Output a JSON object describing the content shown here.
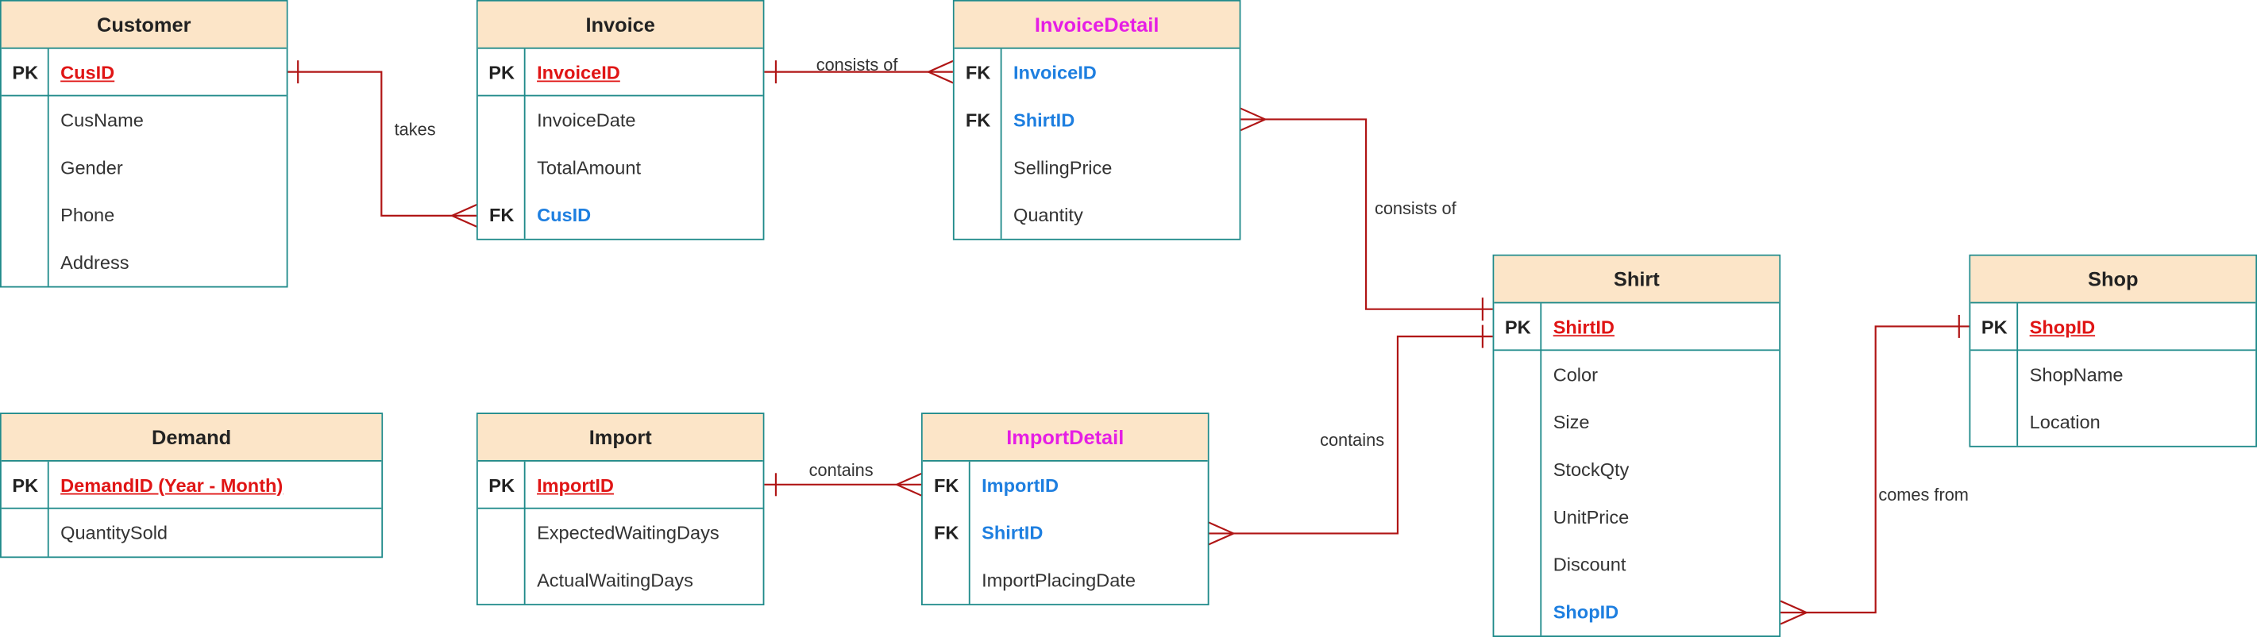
{
  "colors": {
    "border": "#1f8a8a",
    "header_fill": "#fce5c8",
    "connector": "#b01515",
    "primary_key_text": "#e01515",
    "foreign_key_text": "#1e7fe0",
    "associative_title": "#e51ee5"
  },
  "entities": {
    "customer": {
      "title": "Customer",
      "rows": [
        {
          "key": "PK",
          "name": "CusID",
          "kind": "pk"
        },
        {
          "key": "",
          "name": "CusName",
          "kind": "attr"
        },
        {
          "key": "",
          "name": "Gender",
          "kind": "attr"
        },
        {
          "key": "",
          "name": "Phone",
          "kind": "attr"
        },
        {
          "key": "",
          "name": "Address",
          "kind": "attr"
        }
      ]
    },
    "invoice": {
      "title": "Invoice",
      "rows": [
        {
          "key": "PK",
          "name": "InvoiceID",
          "kind": "pk"
        },
        {
          "key": "",
          "name": "InvoiceDate",
          "kind": "attr"
        },
        {
          "key": "",
          "name": "TotalAmount",
          "kind": "attr"
        },
        {
          "key": "FK",
          "name": "CusID",
          "kind": "fk"
        }
      ]
    },
    "invoice_detail": {
      "title": "InvoiceDetail",
      "rows": [
        {
          "key": "FK",
          "name": "InvoiceID",
          "kind": "fk"
        },
        {
          "key": "FK",
          "name": "ShirtID",
          "kind": "fk"
        },
        {
          "key": "",
          "name": "SellingPrice",
          "kind": "attr"
        },
        {
          "key": "",
          "name": "Quantity",
          "kind": "attr"
        }
      ]
    },
    "shirt": {
      "title": "Shirt",
      "rows": [
        {
          "key": "PK",
          "name": "ShirtID",
          "kind": "pk"
        },
        {
          "key": "",
          "name": "Color",
          "kind": "attr"
        },
        {
          "key": "",
          "name": "Size",
          "kind": "attr"
        },
        {
          "key": "",
          "name": "StockQty",
          "kind": "attr"
        },
        {
          "key": "",
          "name": "UnitPrice",
          "kind": "attr"
        },
        {
          "key": "",
          "name": "Discount",
          "kind": "attr"
        },
        {
          "key": "",
          "name": "ShopID",
          "kind": "fk"
        }
      ]
    },
    "shop": {
      "title": "Shop",
      "rows": [
        {
          "key": "PK",
          "name": "ShopID",
          "kind": "pk"
        },
        {
          "key": "",
          "name": "ShopName",
          "kind": "attr"
        },
        {
          "key": "",
          "name": "Location",
          "kind": "attr"
        }
      ]
    },
    "demand": {
      "title": "Demand",
      "rows": [
        {
          "key": "PK",
          "name": "DemandID (Year - Month)",
          "kind": "pk"
        },
        {
          "key": "",
          "name": "QuantitySold",
          "kind": "attr"
        }
      ]
    },
    "import": {
      "title": "Import",
      "rows": [
        {
          "key": "PK",
          "name": "ImportID",
          "kind": "pk"
        },
        {
          "key": "",
          "name": "ExpectedWaitingDays",
          "kind": "attr"
        },
        {
          "key": "",
          "name": "ActualWaitingDays",
          "kind": "attr"
        }
      ]
    },
    "import_detail": {
      "title": "ImportDetail",
      "rows": [
        {
          "key": "FK",
          "name": "ImportID",
          "kind": "fk"
        },
        {
          "key": "FK",
          "name": "ShirtID",
          "kind": "fk"
        },
        {
          "key": "",
          "name": "ImportPlacingDate",
          "kind": "attr"
        }
      ]
    }
  },
  "relationships": {
    "takes": "takes",
    "invoice_consists_of": "consists of",
    "detail_consists_of": "consists of",
    "contains": "contains",
    "import_contains": "contains",
    "comes_from": "comes from"
  }
}
